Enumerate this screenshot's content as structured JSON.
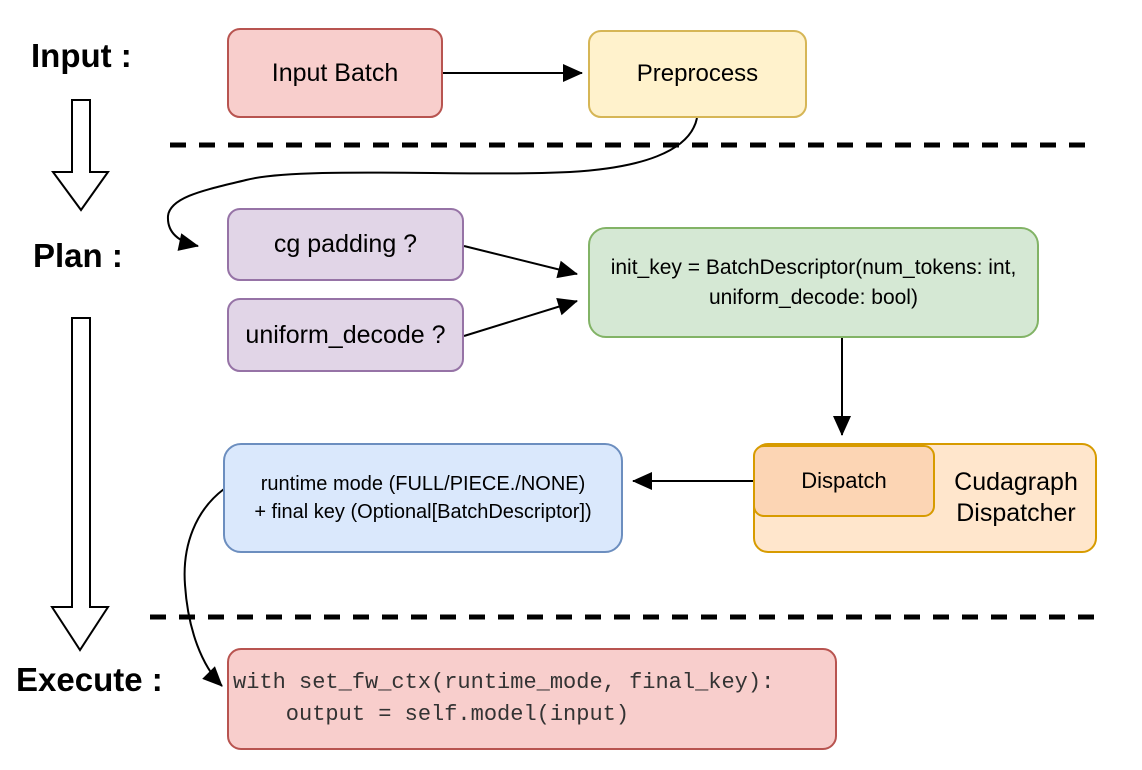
{
  "phases": {
    "input_label": "Input :",
    "plan_label": "Plan :",
    "execute_label": "Execute :"
  },
  "nodes": {
    "input_batch": {
      "label": "Input Batch",
      "fill": "#f8cecc",
      "border": "#b85450"
    },
    "preprocess": {
      "label": "Preprocess",
      "fill": "#fff2cc",
      "border": "#d6b656"
    },
    "cg_padding": {
      "label": "cg padding ?",
      "fill": "#e1d5e7",
      "border": "#9673a6"
    },
    "uniform_decode": {
      "label": "uniform_decode ?",
      "fill": "#e1d5e7",
      "border": "#9673a6"
    },
    "init_key": {
      "line1": "init_key = BatchDescriptor(num_tokens: int,",
      "line2": "uniform_decode: bool)",
      "fill": "#d5e8d4",
      "border": "#82b366"
    },
    "dispatch": {
      "label": "Dispatch",
      "fill": "#fcd5b4",
      "border": "#d79b00"
    },
    "cudagraph_dispatcher": {
      "line1": "Cudagraph",
      "line2": "Dispatcher",
      "fill": "#ffe6cc",
      "border": "#d79b00"
    },
    "runtime_mode": {
      "line1": "runtime mode (FULL/PIECE./NONE)",
      "line2": "+ final key (Optional[BatchDescriptor])",
      "fill": "#dae8fc",
      "border": "#6c8ebf"
    },
    "execute_code": {
      "line1": "with set_fw_ctx(runtime_mode, final_key):",
      "line2": "    output = self.model(input)",
      "fill": "#f8cecc",
      "border": "#b85450"
    }
  },
  "connector_color": "#000000"
}
